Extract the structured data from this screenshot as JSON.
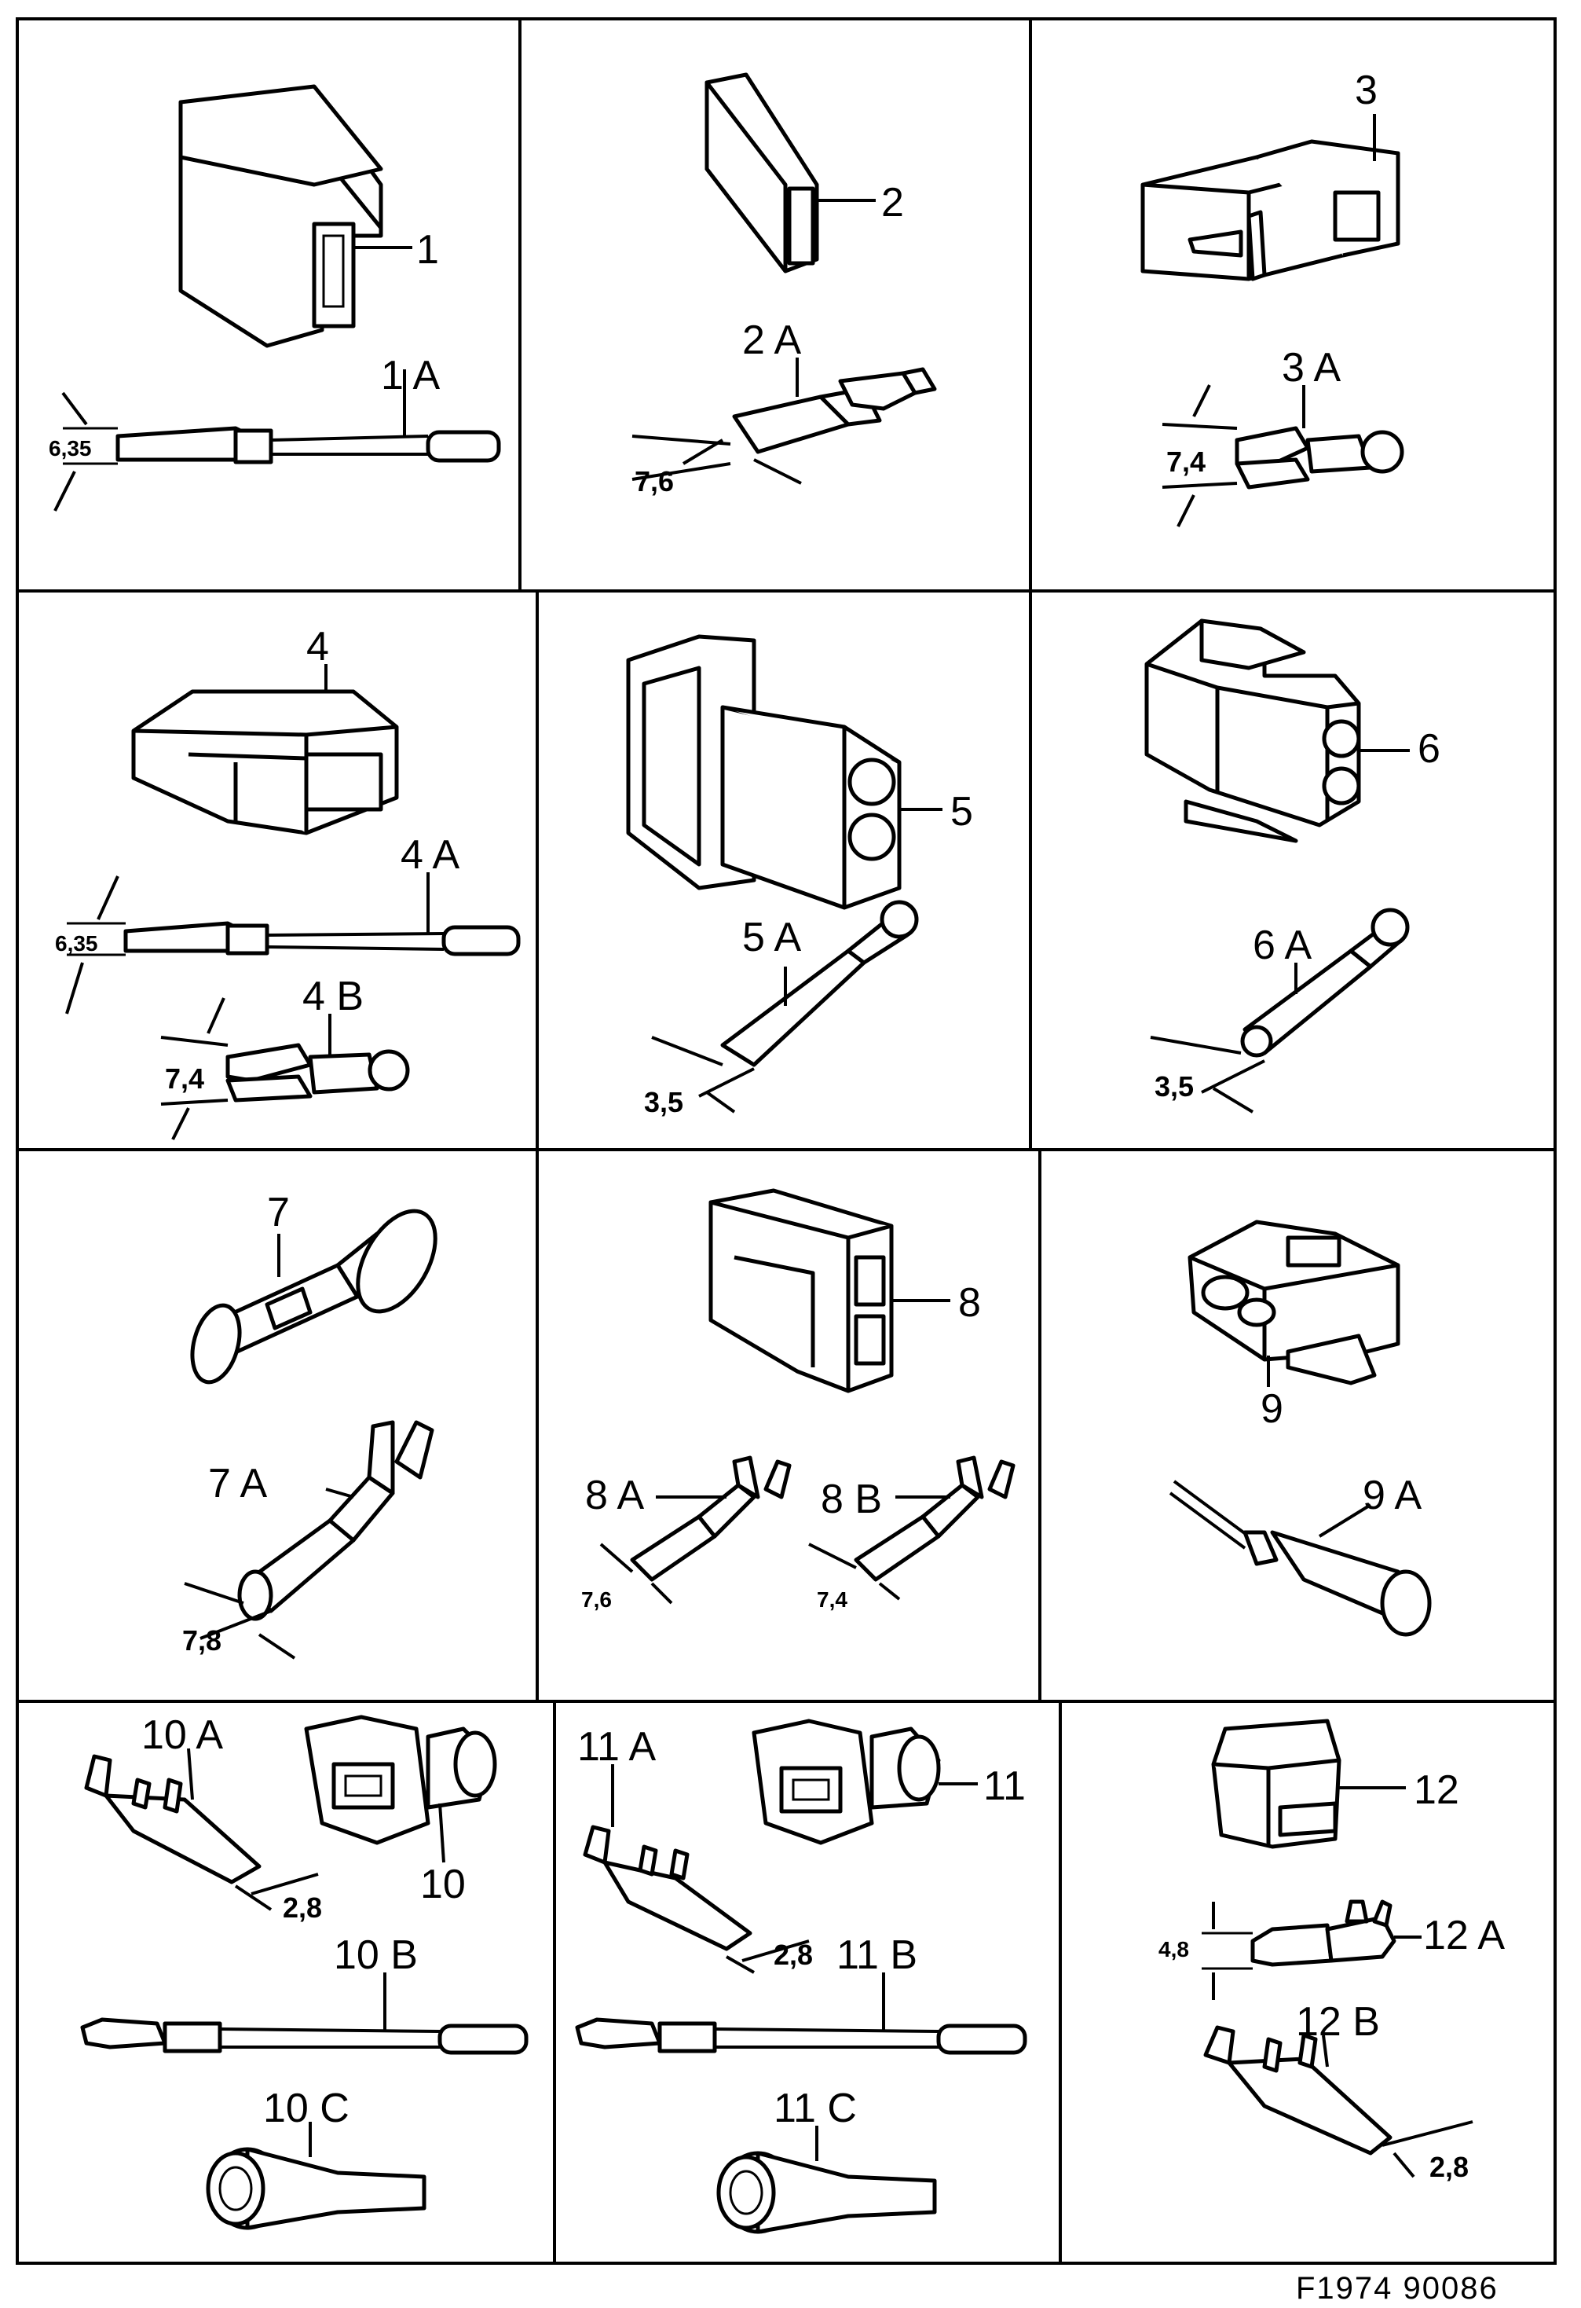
{
  "labels": {
    "c1": "1",
    "c1a": "1 A",
    "c2": "2",
    "c2a": "2 A",
    "c3": "3",
    "c3a": "3 A",
    "c4": "4",
    "c4a": "4 A",
    "c4b": "4 B",
    "c5": "5",
    "c5a": "5 A",
    "c6": "6",
    "c6a": "6 A",
    "c7": "7",
    "c7a": "7 A",
    "c8": "8",
    "c8a": "8 A",
    "c8b": "8 B",
    "c9": "9",
    "c9a": "9 A",
    "c10": "10",
    "c10a": "10 A",
    "c10b": "10 B",
    "c10c": "10 C",
    "c11": "11",
    "c11a": "11 A",
    "c11b": "11 B",
    "c11c": "11 C",
    "c12": "12",
    "c12a": "12 A",
    "c12b": "12 B"
  },
  "dimensions": {
    "d1a": "6,35",
    "d2a": "7,6",
    "d3a": "7,4",
    "d4a": "6,35",
    "d4b": "7,4",
    "d5a": "3,5",
    "d6a": "3,5",
    "d7a": "7,8",
    "d8a": "7,6",
    "d8b": "7,4",
    "d10a": "2,8",
    "d11a": "2,8",
    "d12a": "4,8",
    "d12b": "2,8"
  },
  "figure_code": "F1974  90086"
}
